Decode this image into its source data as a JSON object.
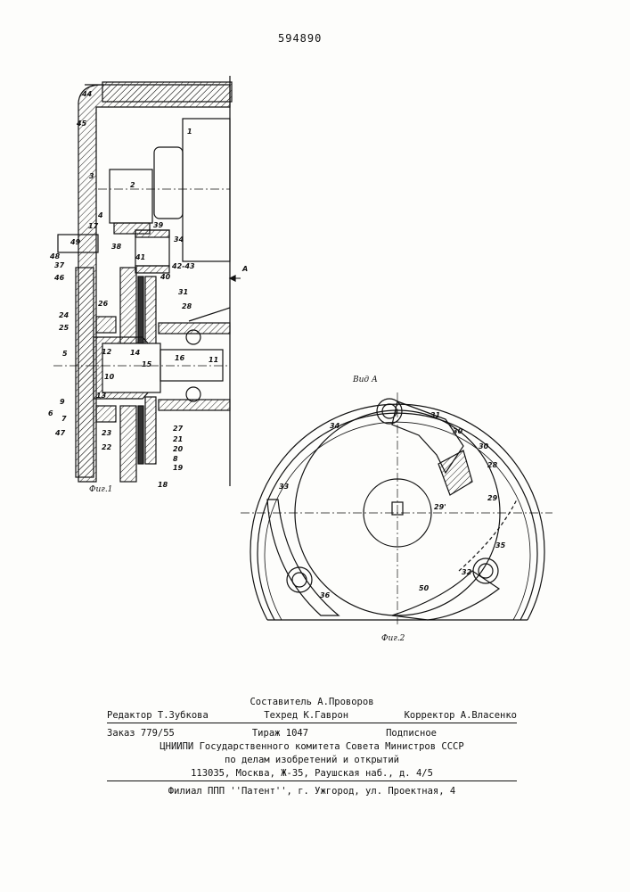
{
  "patent_number": "594890",
  "fig1": {
    "caption": "Фиг.1",
    "labels": [
      "44",
      "45",
      "1",
      "3",
      "2",
      "4",
      "17",
      "39",
      "49",
      "48",
      "38",
      "34",
      "37",
      "41",
      "42-43",
      "46",
      "40",
      "A",
      "31",
      "26",
      "28",
      "24",
      "25",
      "5",
      "12",
      "14",
      "16",
      "15",
      "11",
      "10",
      "13",
      "9",
      "6",
      "7",
      "47",
      "23",
      "27",
      "21",
      "22",
      "20",
      "8",
      "19",
      "18"
    ]
  },
  "fig2": {
    "view_label": "Вид А",
    "caption": "Фиг.2",
    "labels": [
      "34",
      "31",
      "30",
      "30",
      "28",
      "29",
      "29'",
      "33",
      "35",
      "32",
      "50",
      "36"
    ]
  },
  "footer": {
    "compiler": "Составитель А.Проворов",
    "editor": "Редактор Т.Зубкова",
    "techred": "Техред К.Гаврон",
    "corrector": "Корректор А.Власенко",
    "order": "Заказ 779/55",
    "circulation": "Тираж 1047",
    "subscription": "Подписное",
    "org_line1": "ЦНИИПИ Государственного комитета Совета Министров СССР",
    "org_line2": "по делам изобретений и открытий",
    "address": "113035, Москва, Ж-35, Раушская наб., д. 4/5",
    "branch": "Филиал ППП ''Патент'', г. Ужгород, ул. Проектная, 4"
  }
}
